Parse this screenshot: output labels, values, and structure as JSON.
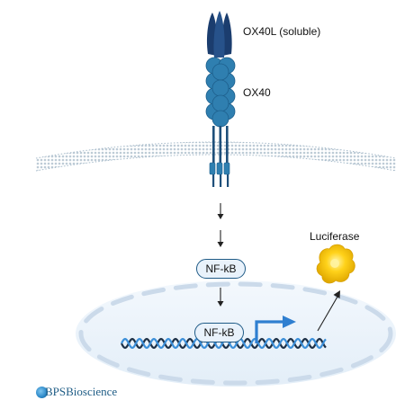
{
  "labels": {
    "ligand": "OX40L (soluble)",
    "receptor": "OX40",
    "reporter": "Luciferase",
    "nfkb_cytoplasm": "NF-kB",
    "nfkb_nucleus": "NF-kB"
  },
  "logo": {
    "prefix": "BPS",
    "name": "Bioscience"
  },
  "colors": {
    "ligand": "#1b3d6e",
    "receptor": "#2f7fb0",
    "membrane": "#b9c8d4",
    "nucleus_fill": "#e8f1f9",
    "nucleus_dash": "#cfdce8",
    "dna_dark": "#1c2f45",
    "dna_blue": "#3a8ed8",
    "arrow_blue": "#2f7fd0",
    "luciferase": "#f2c500"
  }
}
